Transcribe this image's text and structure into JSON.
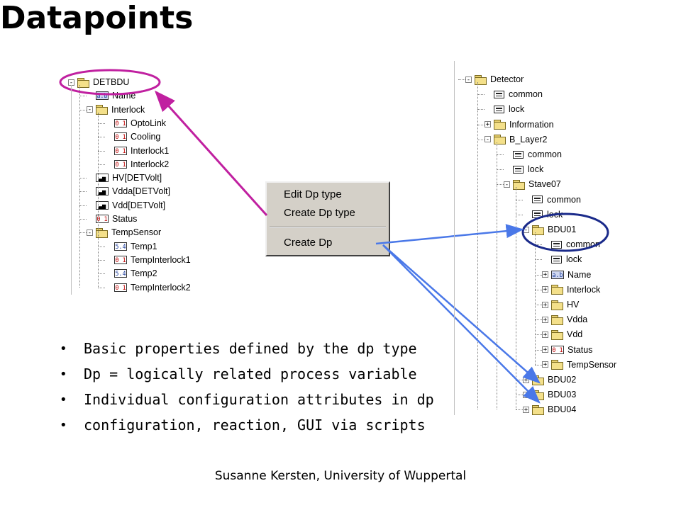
{
  "title": "Datapoints",
  "left_tree": {
    "items": [
      {
        "label": "DETBDU",
        "icon": "folder",
        "exp": "-",
        "indent": 0
      },
      {
        "label": "Name",
        "icon": "ab",
        "indent": 1
      },
      {
        "label": "Interlock",
        "icon": "folder",
        "exp": "-",
        "indent": 1
      },
      {
        "label": "OptoLink",
        "icon": "01",
        "indent": 2
      },
      {
        "label": "Cooling",
        "icon": "01",
        "indent": 2
      },
      {
        "label": "Interlock1",
        "icon": "01",
        "indent": 2
      },
      {
        "label": "Interlock2",
        "icon": "01",
        "indent": 2
      },
      {
        "label": "HV[DETVolt]",
        "icon": "sig",
        "indent": 1
      },
      {
        "label": "Vdda[DETVolt]",
        "icon": "sig",
        "indent": 1
      },
      {
        "label": "Vdd[DETVolt]",
        "icon": "sig",
        "indent": 1
      },
      {
        "label": "Status",
        "icon": "01",
        "indent": 1
      },
      {
        "label": "TempSensor",
        "icon": "folder",
        "exp": "-",
        "indent": 1
      },
      {
        "label": "Temp1",
        "icon": "fl",
        "indent": 2
      },
      {
        "label": "TempInterlock1",
        "icon": "01",
        "indent": 2
      },
      {
        "label": "Temp2",
        "icon": "fl",
        "indent": 2
      },
      {
        "label": "TempInterlock2",
        "icon": "01",
        "indent": 2
      }
    ]
  },
  "right_tree": {
    "items": [
      {
        "label": "Detector",
        "icon": "folder",
        "exp": "-",
        "indent": 0
      },
      {
        "label": "common",
        "icon": "doc",
        "indent": 1
      },
      {
        "label": "lock",
        "icon": "doc",
        "indent": 1
      },
      {
        "label": "Information",
        "icon": "folder",
        "exp": "+",
        "indent": 1
      },
      {
        "label": "B_Layer2",
        "icon": "folder",
        "exp": "-",
        "indent": 1
      },
      {
        "label": "common",
        "icon": "doc",
        "indent": 2
      },
      {
        "label": "lock",
        "icon": "doc",
        "indent": 2
      },
      {
        "label": "Stave07",
        "icon": "folder",
        "exp": "-",
        "indent": 2
      },
      {
        "label": "common",
        "icon": "doc",
        "indent": 3
      },
      {
        "label": "lock",
        "icon": "doc",
        "indent": 3
      },
      {
        "label": "BDU01",
        "icon": "folder",
        "exp": "-",
        "indent": 3
      },
      {
        "label": "common",
        "icon": "doc",
        "indent": 4
      },
      {
        "label": "lock",
        "icon": "doc",
        "indent": 4
      },
      {
        "label": "Name",
        "icon": "ab",
        "exp": "+",
        "indent": 4
      },
      {
        "label": "Interlock",
        "icon": "folder",
        "exp": "+",
        "indent": 4
      },
      {
        "label": "HV",
        "icon": "folder",
        "exp": "+",
        "indent": 4
      },
      {
        "label": "Vdda",
        "icon": "folder",
        "exp": "+",
        "indent": 4
      },
      {
        "label": "Vdd",
        "icon": "folder",
        "exp": "+",
        "indent": 4
      },
      {
        "label": "Status",
        "icon": "01",
        "exp": "+",
        "indent": 4
      },
      {
        "label": "TempSensor",
        "icon": "folder",
        "exp": "+",
        "indent": 4
      },
      {
        "label": "BDU02",
        "icon": "folder",
        "exp": "+",
        "indent": 3
      },
      {
        "label": "BDU03",
        "icon": "folder",
        "exp": "+",
        "indent": 3
      },
      {
        "label": "BDU04",
        "icon": "folder",
        "exp": "+",
        "indent": 3
      }
    ]
  },
  "context_menu": {
    "edit": "Edit Dp type",
    "create_type": "Create Dp type",
    "create": "Create Dp"
  },
  "bullets": [
    "Basic properties defined by the dp type",
    "Dp = logically related process variable",
    "Individual configuration attributes in dp",
    "configuration, reaction, GUI via scripts"
  ],
  "bullet_char": "•",
  "footer": "Susanne Kersten, University of Wuppertal",
  "colors": {
    "magenta": "#c020a0",
    "blue": "#4a78e8",
    "navy": "#1a2a8a"
  }
}
